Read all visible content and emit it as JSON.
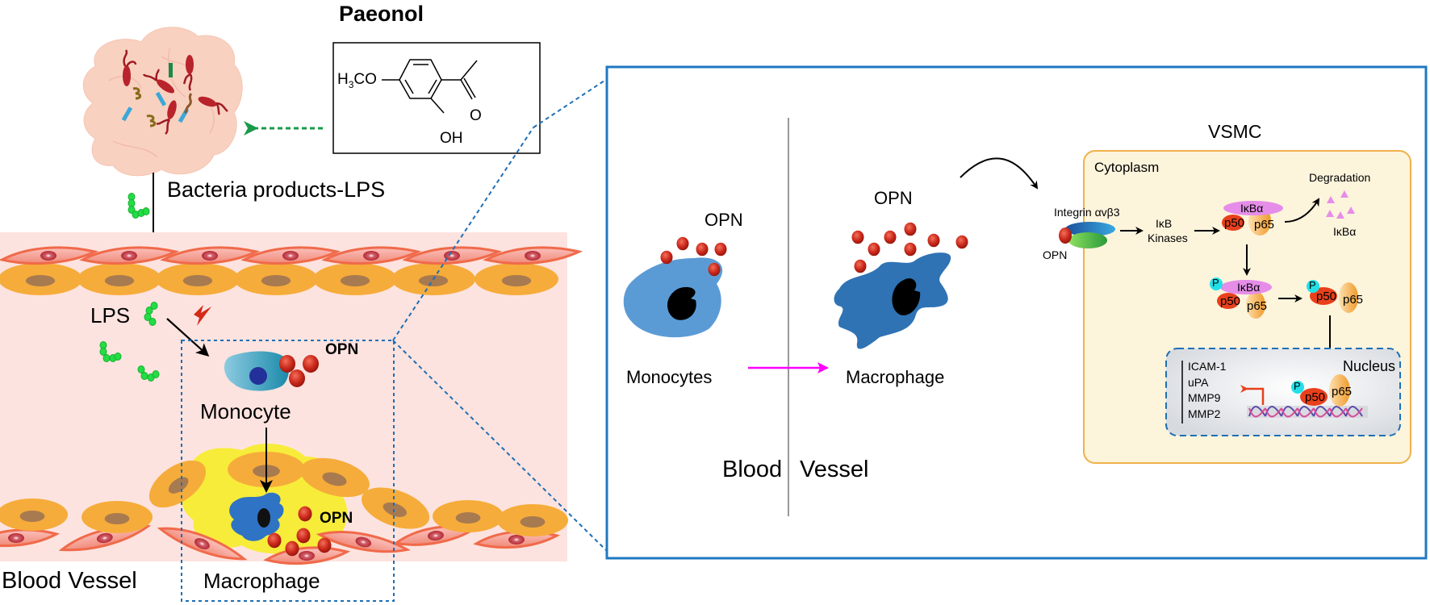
{
  "left_panel": {
    "compound": {
      "name": "Paeonol",
      "substituent_methoxy": "H",
      "substituent_methoxy_sub": "3",
      "substituent_methoxy_rest": "CO",
      "substituent_hydroxyl": "OH",
      "substituent_carbonyl": "O"
    },
    "gut_label": "Bacteria products-LPS",
    "lps_label": "LPS",
    "monocyte_opn_label": "OPN",
    "monocyte_label": "Monocyte",
    "macrophage_opn_label": "OPN",
    "macrophage_label": "Macrophage",
    "vessel_label": "Blood Vessel"
  },
  "zoom_panel": {
    "monocytes_opn_label": "OPN",
    "monocytes_label": "Monocytes",
    "macrophage_opn_label": "OPN",
    "macrophage_label": "Macrophage",
    "blood_label": "Blood",
    "vessel_label": "Vessel",
    "vsmc": {
      "title": "VSMC",
      "cytoplasm_label": "Cytoplasm",
      "integrin_label": "Integrin αvβ3",
      "receptor_opn_label": "OPN",
      "ikb_kinases_line1": "IκB",
      "ikb_kinases_line2": "Kinases",
      "ikba": "IκBα",
      "p50": "p50",
      "p65": "p65",
      "phospho": "P",
      "degradation_label": "Degradation",
      "degraded_ikba_label": "IκBα",
      "nucleus_label": "Nucleus",
      "target_genes": [
        "ICAM-1",
        "uPA",
        "MMP9",
        "MMP2"
      ]
    }
  },
  "colors": {
    "frame_blue": "#1f78c1",
    "vessel_bg": "#fde3df",
    "cytoplasm_bg": "#fdf4dc",
    "cytoplasm_border": "#f0b04a",
    "opn_red": "#c8281e",
    "lps_green": "#22dd44",
    "transition_arrow": "#ff00ff",
    "ikba_purple": "#e58de8",
    "phospho_cyan": "#22e0e8",
    "p50_red": "#e8401c",
    "p65_orange": "#f4b04c"
  }
}
